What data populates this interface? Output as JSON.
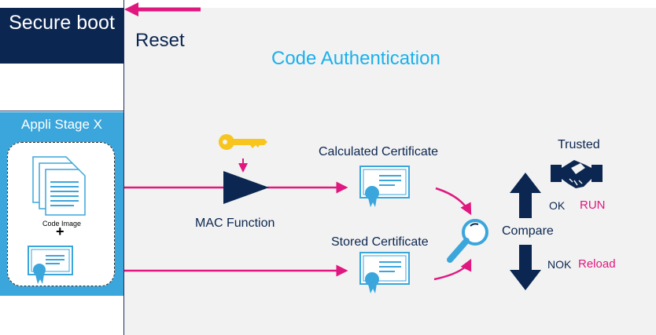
{
  "left": {
    "secure_boot": "Secure boot",
    "appli_stage": "Appli Stage X",
    "code_image": "Code Image",
    "plus": "+"
  },
  "labels": {
    "reset": "Reset",
    "title": "Code Authentication",
    "mac_function": "MAC Function",
    "calculated_certificate": "Calculated Certificate",
    "stored_certificate": "Stored Certificate",
    "compare": "Compare",
    "trusted": "Trusted",
    "ok": "OK",
    "run": "RUN",
    "nok": "NOK",
    "reload": "Reload"
  },
  "colors": {
    "navy": "#0b2650",
    "sky": "#3aa6dc",
    "title_blue": "#1ab0ec",
    "magenta": "#e0177f",
    "key_yellow": "#f7c51e",
    "panel_gray": "#f2f2f2"
  },
  "icons": [
    "document-stack-icon",
    "certificate-icon",
    "key-icon",
    "mac-triangle-icon",
    "magnifier-icon",
    "handshake-icon",
    "arrow-up-icon",
    "arrow-down-icon"
  ]
}
